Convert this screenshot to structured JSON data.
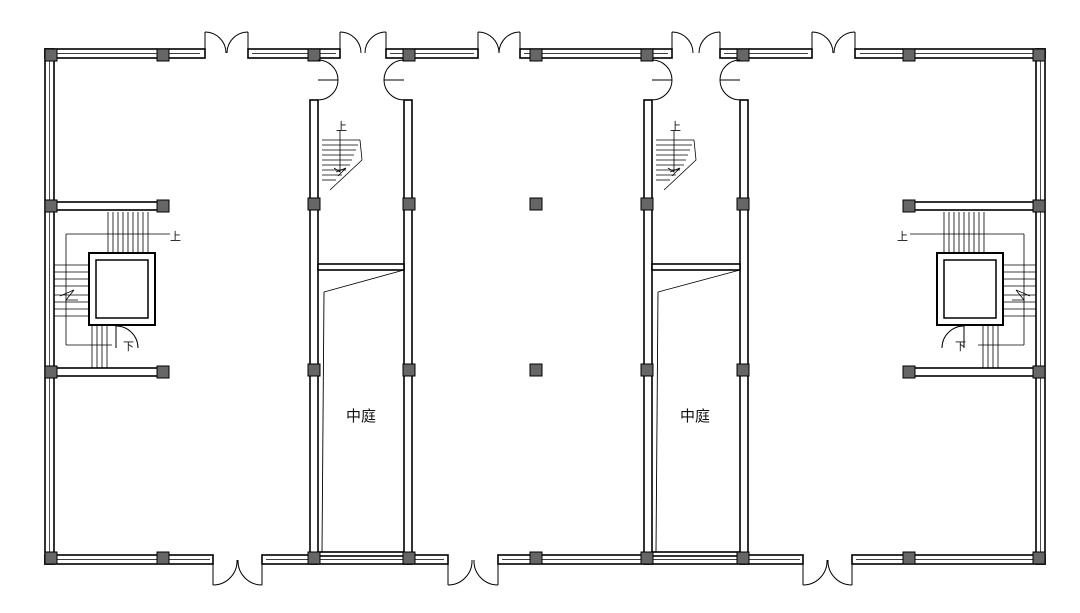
{
  "plan": {
    "rooms": [
      {
        "label": "中庭"
      },
      {
        "label": "中庭"
      }
    ],
    "stair_marks": [
      "上",
      "上",
      "上",
      "上",
      "下",
      "下"
    ]
  }
}
